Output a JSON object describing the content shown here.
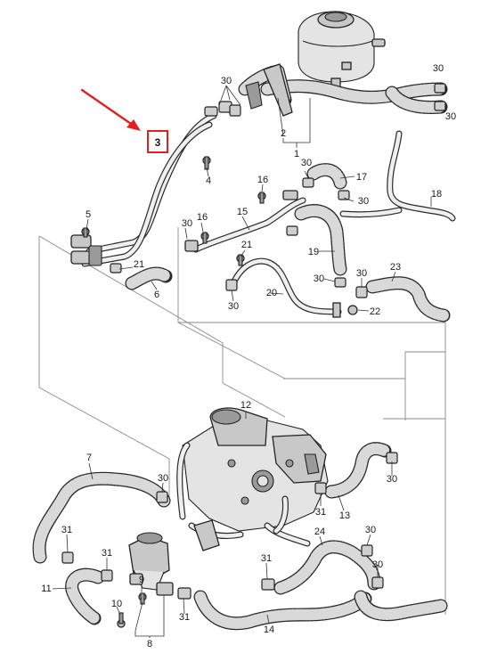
{
  "callout": {
    "label": "3",
    "highlight_color": "#e02020"
  },
  "labels": {
    "p1": "1",
    "p2": "2",
    "p4": "4",
    "p5": "5",
    "p6": "6",
    "p7": "7",
    "p8": "8",
    "p9": "9",
    "p10": "10",
    "p11": "11",
    "p12": "12",
    "p13": "13",
    "p14": "14",
    "p15": "15",
    "p16a": "16",
    "p16b": "16",
    "p17": "17",
    "p18": "18",
    "p19": "19",
    "p20": "20",
    "p21a": "21",
    "p21b": "21",
    "p22": "22",
    "p23": "23",
    "p24": "24",
    "c30a": "30",
    "c30b": "30",
    "c30c": "30",
    "c30d": "30",
    "c30e": "30",
    "c30f": "30",
    "c30g": "30",
    "c30h": "30",
    "c30i": "30",
    "c30j": "30",
    "c30k": "30",
    "c30l": "30",
    "c30m": "30",
    "c31a": "31",
    "c31b": "31",
    "c31c": "31",
    "c31d": "31",
    "c31e": "31"
  },
  "icons": {
    "arrow": "red-pointer-arrow"
  }
}
